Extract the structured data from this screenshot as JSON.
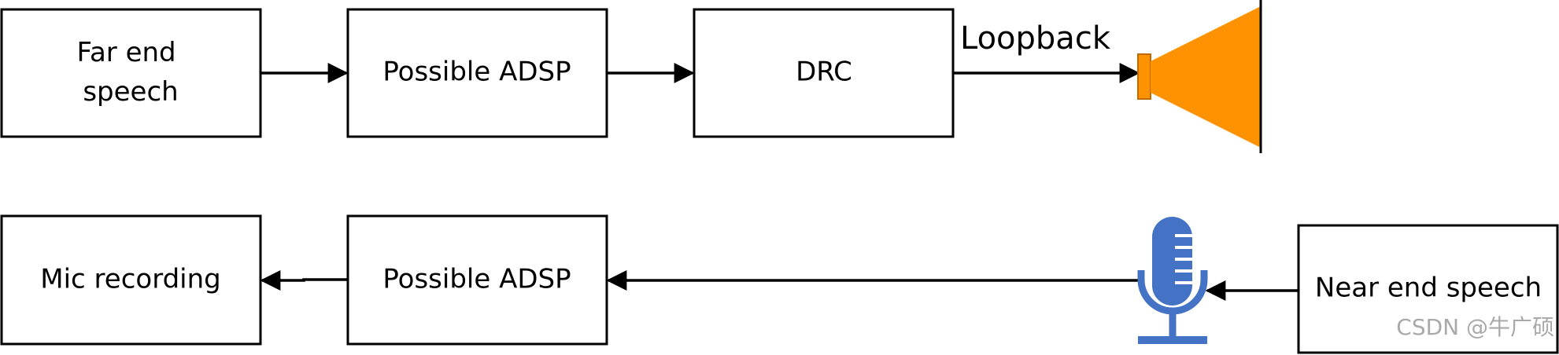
{
  "nodes": {
    "far_end": {
      "lines": [
        "Far end",
        "speech"
      ]
    },
    "adsp_top": {
      "lines": [
        "Possible ADSP"
      ]
    },
    "drc": {
      "lines": [
        "DRC"
      ]
    },
    "mic_recording": {
      "lines": [
        "Mic recording"
      ]
    },
    "adsp_bottom": {
      "lines": [
        "Possible ADSP"
      ]
    },
    "near_end": {
      "lines": [
        "Near end speech"
      ]
    }
  },
  "edges": {
    "loopback_label": "Loopback"
  },
  "icons": {
    "speaker": "speaker-icon",
    "microphone": "microphone-icon"
  },
  "colors": {
    "speaker": "#FF9200",
    "speaker_edge": "#C06A00",
    "microphone": "#4472C4",
    "line": "#000000"
  },
  "watermark": "CSDN @牛广硕"
}
